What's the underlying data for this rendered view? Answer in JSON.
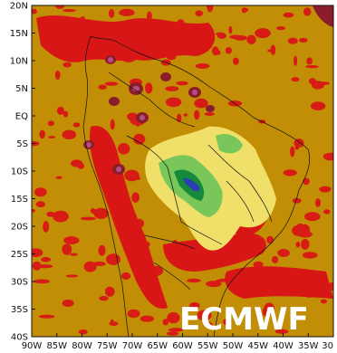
{
  "map": {
    "brand_text": "ECMWF",
    "lat_labels": [
      "20N",
      "15N",
      "10N",
      "5N",
      "EQ",
      "5S",
      "10S",
      "15S",
      "20S",
      "25S",
      "30S",
      "35S",
      "40S"
    ],
    "lon_labels": [
      "90W",
      "85W",
      "80W",
      "75W",
      "70W",
      "65W",
      "60W",
      "55W",
      "50W",
      "45W",
      "40W",
      "35W",
      "30"
    ],
    "colors": {
      "background_anomaly": "#c28e06",
      "dry_red": "#d81616",
      "very_dry": "#8a1c2c",
      "extreme": "#b44e86",
      "wet_light": "#f0e06a",
      "wet_green": "#79c75a",
      "wet_dark": "#178a3a",
      "wettest": "#2b3fb3",
      "borders": "#111111"
    }
  }
}
